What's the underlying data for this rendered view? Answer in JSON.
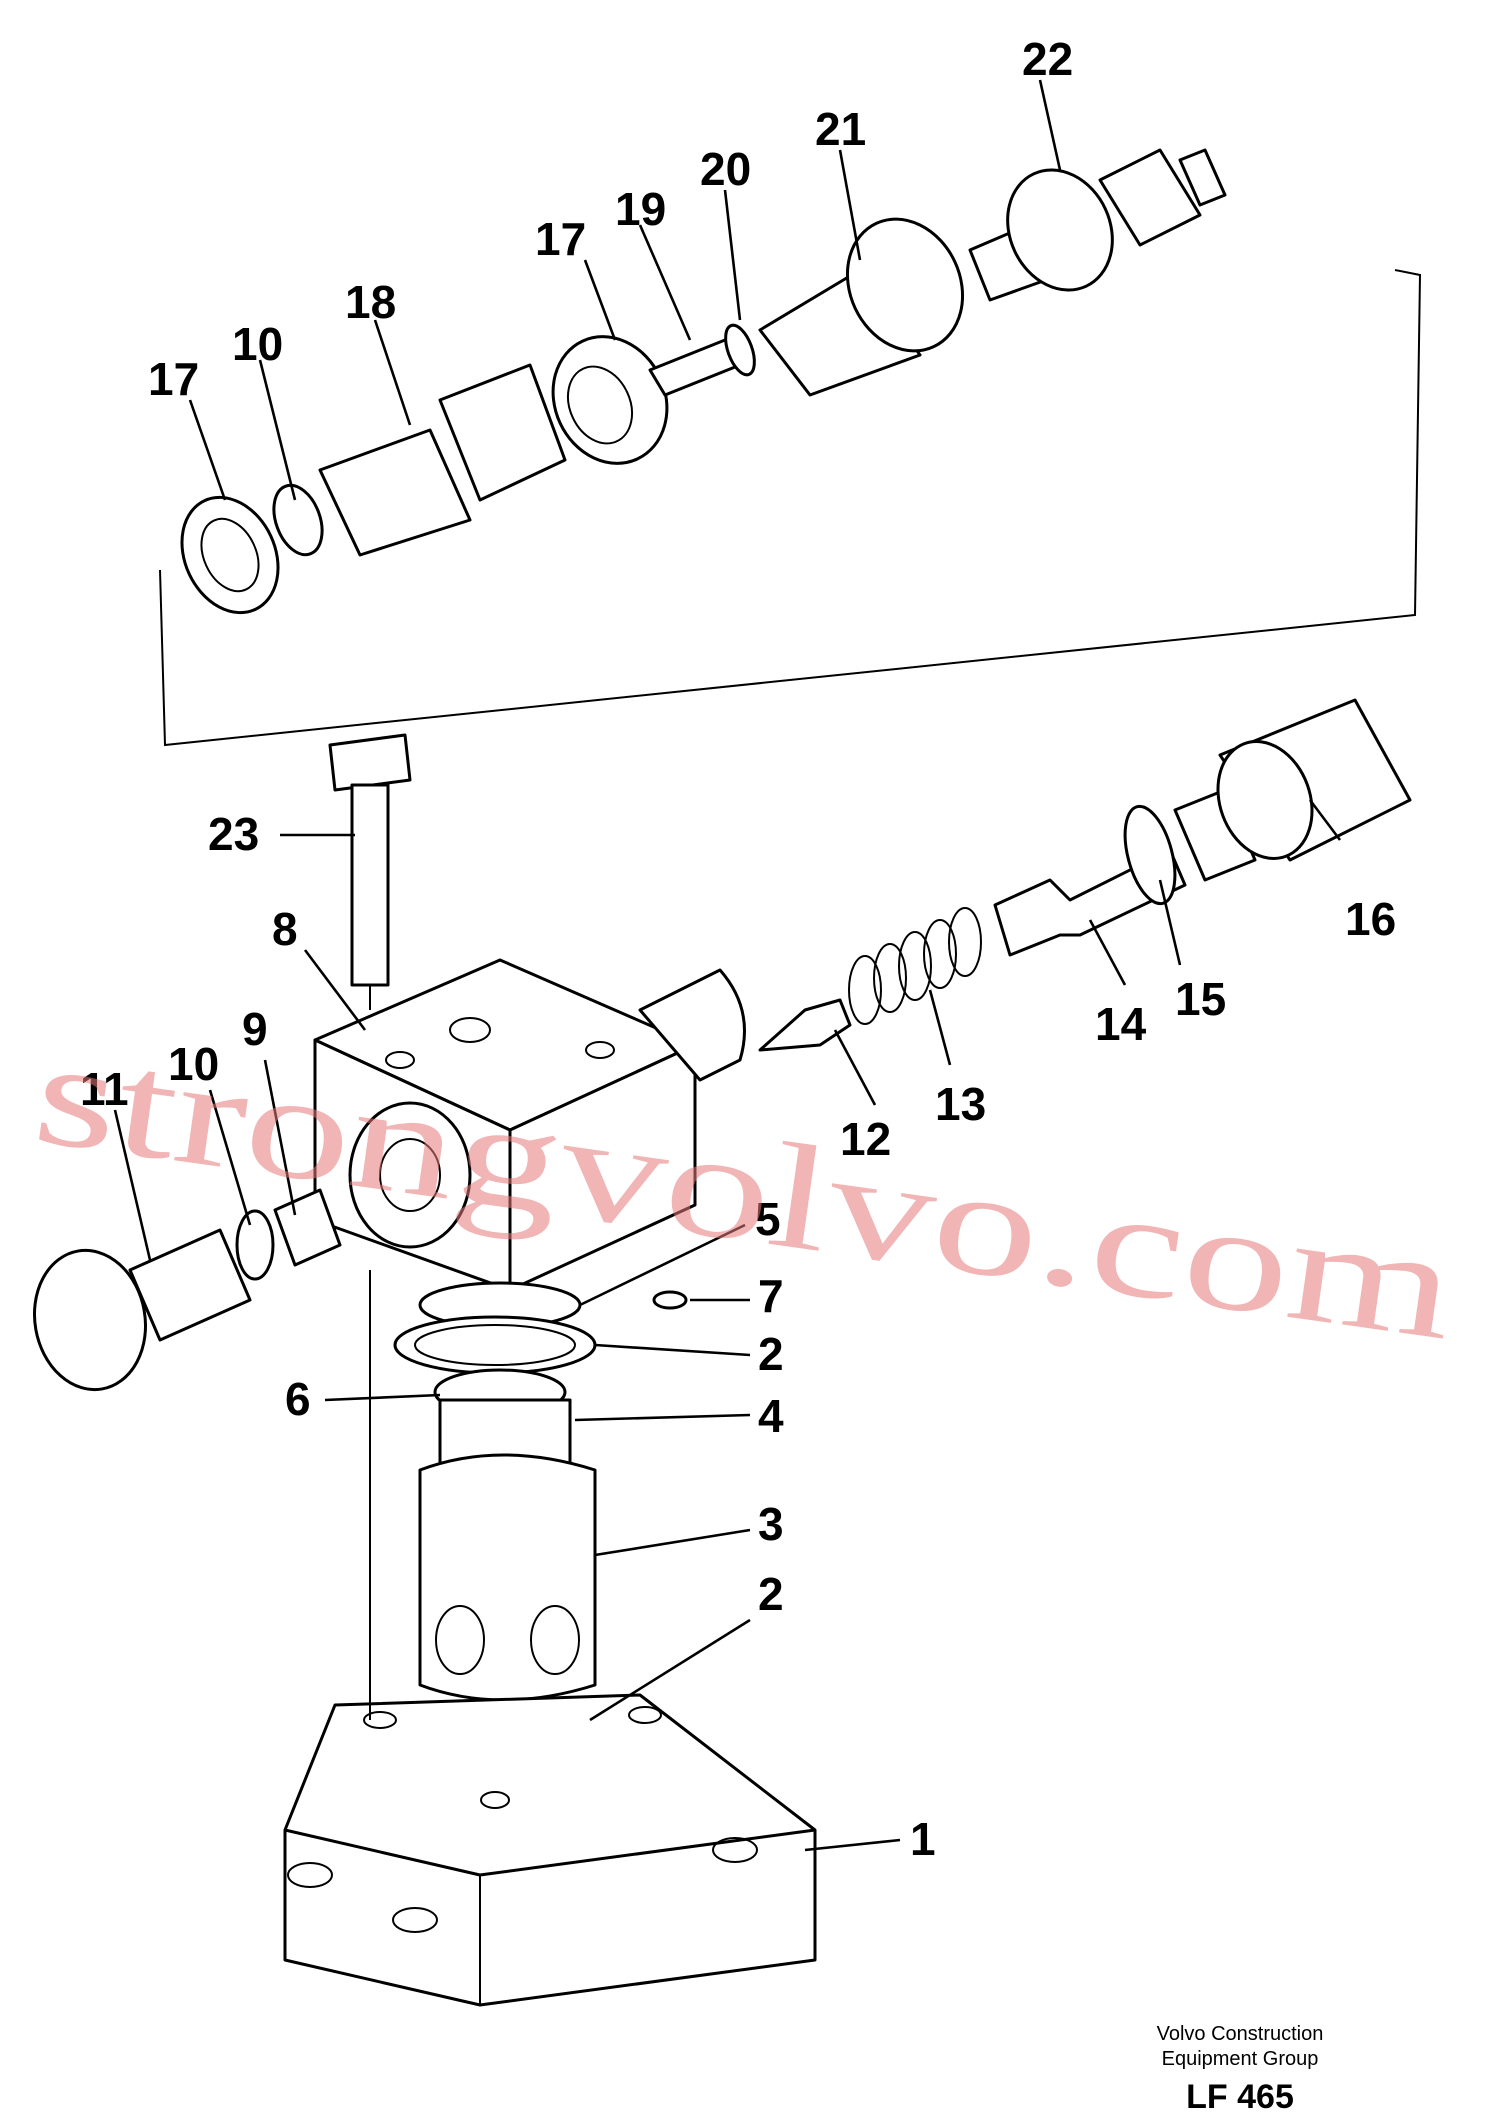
{
  "diagram": {
    "callouts": [
      "22",
      "21",
      "20",
      "19",
      "17",
      "18",
      "10",
      "17",
      "23",
      "16",
      "8",
      "9",
      "10",
      "11",
      "15",
      "14",
      "13",
      "12",
      "5",
      "7",
      "2",
      "4",
      "6",
      "3",
      "2",
      "1"
    ],
    "credit_line1": "Volvo Construction",
    "credit_line2": "Equipment Group",
    "figure_code": "LF 465",
    "watermark": "strongvolvo.com"
  }
}
